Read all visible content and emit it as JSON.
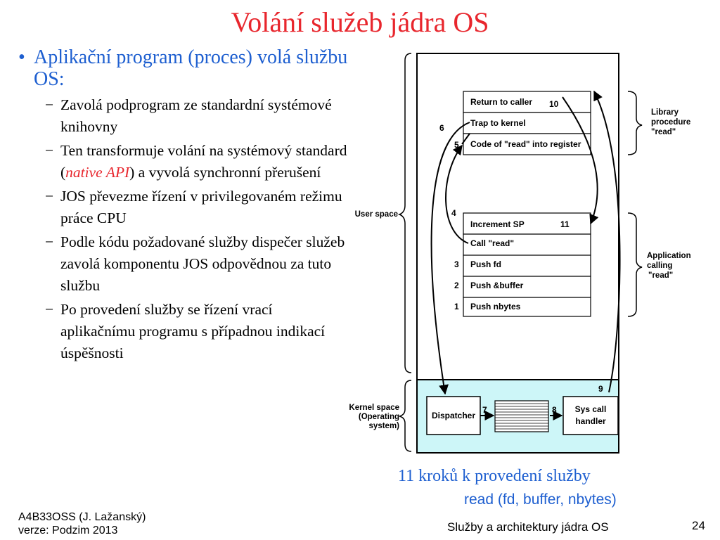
{
  "title": "Volání služeb jádra OS",
  "main_bullet": "Aplikační program (proces) volá službu OS:",
  "sub_bullets": [
    "Zavolá podprogram ze standardní systémové knihovny",
    {
      "before": "Ten transformuje volání na systémový standard (",
      "em": "native API",
      "after": ") a vyvolá synchronní přerušení"
    },
    "JOS převezme řízení v privilegovaném režimu práce CPU",
    "Podle kódu požadované služby dispečer služeb zavolá komponentu JOS odpovědnou za tuto službu",
    "Po provedení služby se řízení vrací aplikačnímu programu s případnou indikací úspěšnosti"
  ],
  "diagram": {
    "library_boxes": [
      "Return to caller",
      "Trap to kernel",
      "Code of \"read\" into register"
    ],
    "app_boxes": [
      "Increment SP",
      "Call \"read\"",
      "Push fd",
      "Push &buffer",
      "Push nbytes"
    ],
    "step_numbers": [
      "10",
      "6",
      "5",
      "4",
      "11",
      "3",
      "2",
      "1",
      "9",
      "7",
      "8"
    ],
    "library_label": [
      "Library",
      "procedure",
      "\"read\""
    ],
    "app_label": [
      "Application",
      "calling",
      "\"read\""
    ],
    "user_space_label": "User space",
    "kernel_label": [
      "Kernel space",
      "(Operating",
      "system)"
    ],
    "dispatcher": "Dispatcher",
    "sys_call_handler": [
      "Sys call",
      "handler"
    ],
    "kernel_fill": "#cdf6f8"
  },
  "caption_line1": "11 kroků k provedení služby",
  "caption_line2": "read (fd, buffer, nbytes)",
  "footer_left": [
    "A4B33OSS (J. Lažanský)",
    "verze: Podzim 2013"
  ],
  "footer_center": "Služby a architektury jádra OS",
  "page_number": "24",
  "colors": {
    "title": "#e8262d",
    "bullet": "#1e5fd0",
    "caption": "#1e5fd0"
  }
}
